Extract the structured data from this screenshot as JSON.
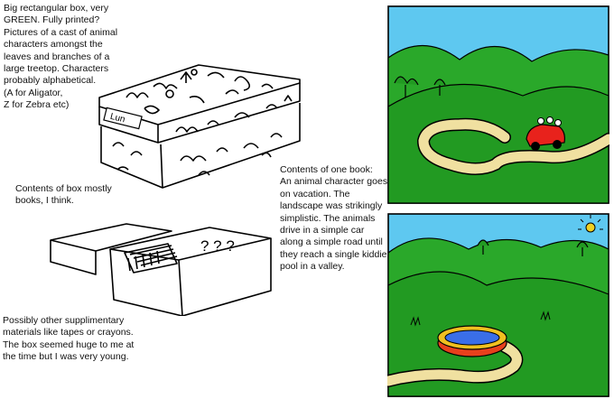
{
  "notes": {
    "box_description": "Big rectangular box, very\nGREEN. Fully printed?\nPictures of a cast of animal\ncharacters amongst the\nleaves and branches of a\nlarge treetop. Characters\nprobably alphabetical.\n(A for Aligator,\nZ for Zebra etc)",
    "box_contents": "Contents of box mostly\nbooks, I think.",
    "book_contents": "Contents of one book:\nAn animal character goes\non vacation. The\nlandscape was strikingly\nsimplistic. The animals\ndrive in a simple car\nalong a simple road until\nthey reach a single kiddie\npool in a valley.",
    "other_materials": "Possibly other supplimentary\nmaterials like tapes or crayons.\nThe box seemed huge to me at\nthe time but I was very young."
  },
  "sketch_labels": {
    "box_label": "Lun",
    "question_marks": "? ? ?"
  },
  "colors": {
    "sky": "#5ec8f0",
    "hill": "#229a22",
    "hill_far": "#2aa82a",
    "road": "#f0e0a0",
    "car": "#e8221c",
    "pool_outer": "#e8401c",
    "pool_water": "#3a6ee8",
    "pool_rim": "#f0c020",
    "sun": "#f0d020",
    "outline": "#000000"
  }
}
